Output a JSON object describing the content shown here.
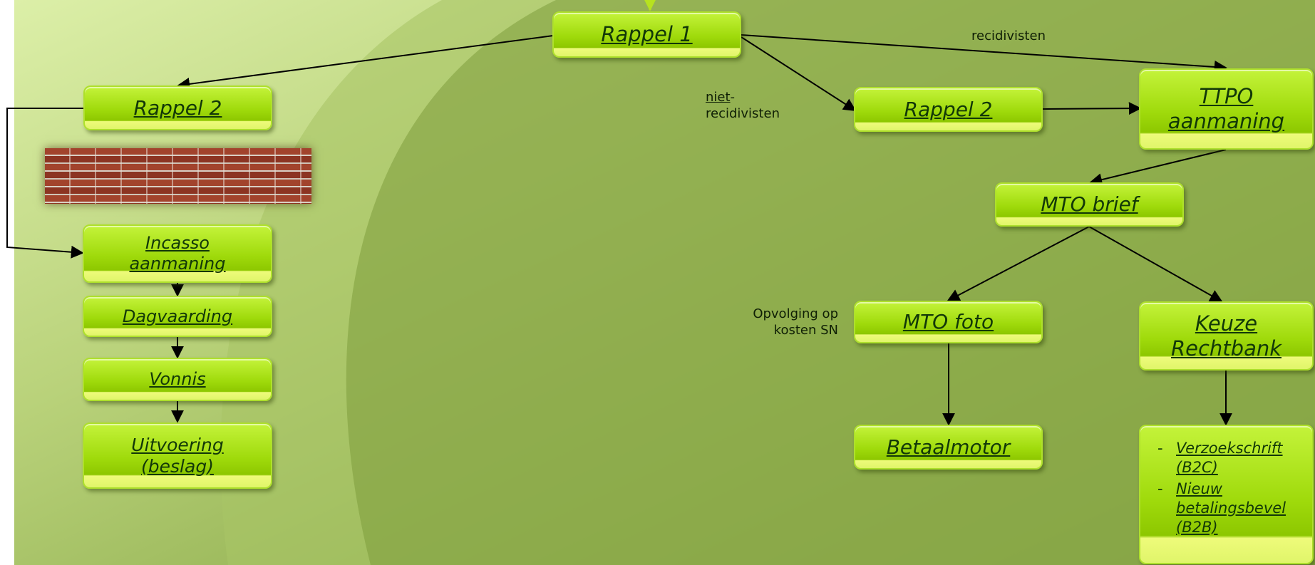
{
  "nodes": {
    "rappel1": "Rappel 1",
    "rappel2_left": "Rappel 2",
    "incasso": [
      "Incasso",
      "aanmaning"
    ],
    "dagvaarding": "Dagvaarding",
    "vonnis": "Vonnis",
    "uitvoering": [
      "Uitvoering",
      "(beslag)"
    ],
    "rappel2_right": "Rappel 2",
    "ttpo": [
      "TTPO",
      "aanmaning"
    ],
    "mto_brief": "MTO brief",
    "mto_foto": "MTO foto",
    "betaalmotor": "Betaalmotor",
    "keuze": [
      "Keuze",
      "Rechtbank"
    ],
    "options": [
      "Verzoekschrift (B2C)",
      "Nieuw betalingsbevel (B2B)"
    ]
  },
  "labels": {
    "recidivisten": "recidivisten",
    "niet": "niet",
    "niet_rest": "-",
    "niet_line2": "recidivisten",
    "opvolging_line1": "Opvolging op",
    "opvolging_line2": "kosten SN"
  },
  "colors": {
    "box": "#9fda0b",
    "box_highlight": "#eefb7a",
    "background": "#b9d27a",
    "arrow": "#000000",
    "top_arrow": "#b7e21f"
  }
}
